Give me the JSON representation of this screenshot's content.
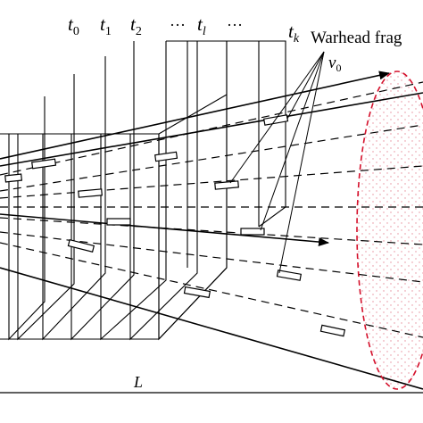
{
  "time_labels": {
    "t0": "t",
    "t0_sub": "0",
    "t1": "t",
    "t1_sub": "1",
    "t2": "t",
    "t2_sub": "2",
    "dots1": "···",
    "tl": "t",
    "tl_sub": "l",
    "dots2": "···",
    "tk": "t",
    "tk_sub": "k"
  },
  "warhead_label": "Warhead frag",
  "velocity_label": {
    "main": "v",
    "sub": "0"
  },
  "distance_label": "L",
  "colors": {
    "lines": "#000000",
    "ellipse": "#d4102b",
    "dots": "#e58a98"
  }
}
